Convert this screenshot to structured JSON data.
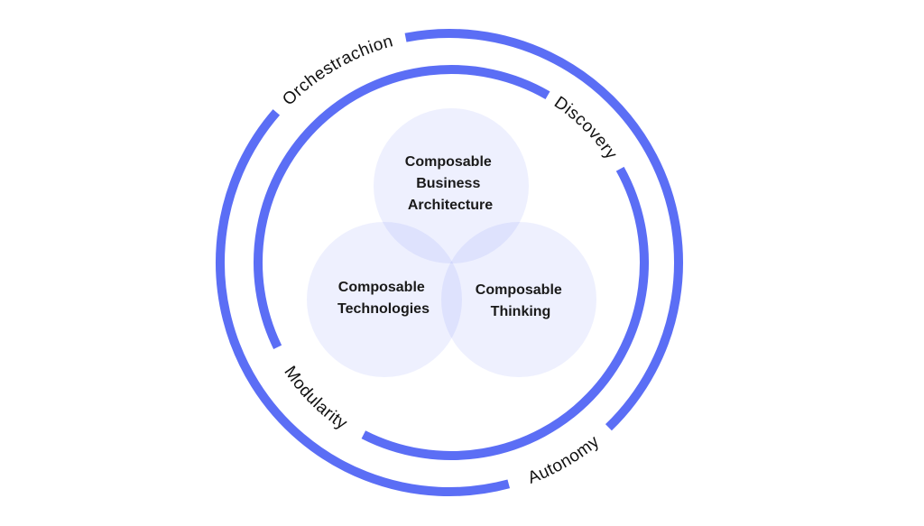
{
  "colors": {
    "ring": "#5b6ef5",
    "venn_fill": "#5b6ef5",
    "text": "#111111"
  },
  "outer_ring_labels": {
    "top_left": "Orchestrachion",
    "bottom_right": "Autonomy"
  },
  "inner_ring_labels": {
    "top_right": "Discovery",
    "bottom_left": "Modularity"
  },
  "venn": {
    "top": [
      "Composable",
      "Business",
      "Architecture"
    ],
    "left": [
      "Composable",
      "Technologies"
    ],
    "right": [
      "Composable",
      "Thinking"
    ]
  }
}
